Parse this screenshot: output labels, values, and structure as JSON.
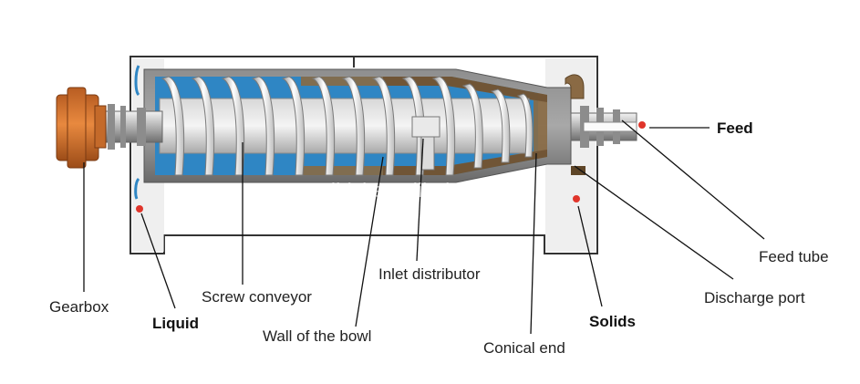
{
  "watermark": "jhlxj.en.alibaba.com",
  "labels": {
    "feed": "Feed",
    "feed_tube": "Feed tube",
    "discharge_port": "Discharge port",
    "solids": "Solids",
    "conical_end": "Conical end",
    "inlet_distributor": "Inlet distributor",
    "wall_of_the_bowl": "Wall of the bowl",
    "screw_conveyor": "Screw conveyor",
    "liquid": "Liquid",
    "gearbox": "Gearbox"
  },
  "colors": {
    "liquid_blue": "#2f86c4",
    "solids_brown": "#8a6a44",
    "gearbox_orange": "#d9732f",
    "drop_red": "#e0352b",
    "steel": "#b9bcc0"
  }
}
